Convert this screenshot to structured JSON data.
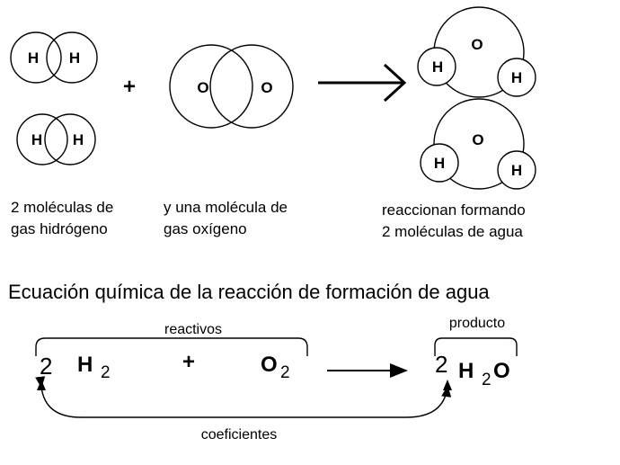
{
  "atoms": {
    "h": "H",
    "o": "O"
  },
  "operators": {
    "plus": "+"
  },
  "captions": {
    "reactant1_line1": "2 moléculas de",
    "reactant1_line2": "gas hidrógeno",
    "reactant2_line1": "y  una molécula de",
    "reactant2_line2": "gas oxígeno",
    "product_line1": "reaccionan formando",
    "product_line2": "2 moléculas de agua"
  },
  "equation": {
    "title": "Ecuación química de la reacción de formación de agua",
    "reactants_label": "reactivos",
    "product_label": "producto",
    "coefficients_label": "coeficientes",
    "coef_reactant": "2",
    "coef_product": "2",
    "h_symbol": "H",
    "h_subscript": "2",
    "o_symbol": "O",
    "o_subscript": "2",
    "water_h": "H",
    "water_h_sub": "2",
    "water_o": "O"
  }
}
